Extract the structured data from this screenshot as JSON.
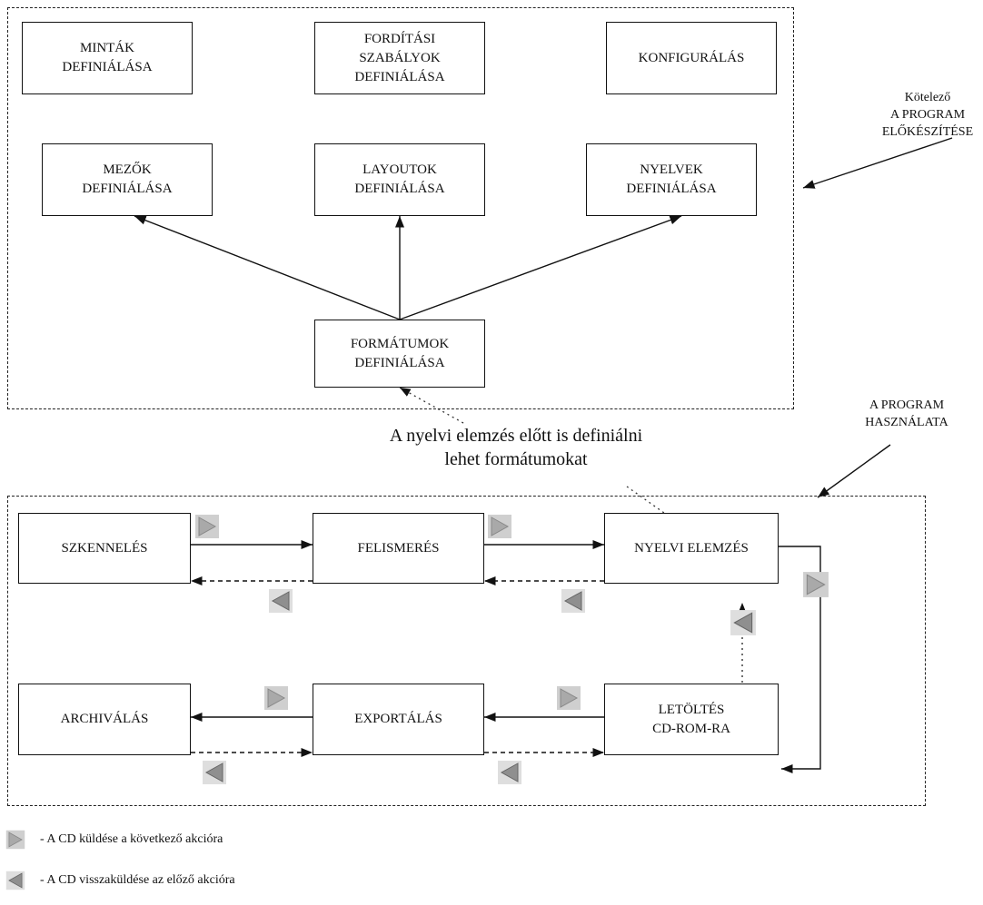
{
  "preparation": {
    "label": "Kötelező\nA PROGRAM\nELŐKÉSZÍTÉSE",
    "boxes": {
      "mintak": "MINTÁK\nDEFINIÁLÁSA",
      "forditasi": "FORDÍTÁSI\nSZABÁLYOK\nDEFINIÁLÁSA",
      "konfiguralas": "KONFIGURÁLÁS",
      "mezok": "MEZŐK\nDEFINIÁLÁSA",
      "layoutok": "LAYOUTOK\nDEFINIÁLÁSA",
      "nyelvek": "NYELVEK\nDEFINIÁLÁSA",
      "formatumok": "FORMÁTUMOK\nDEFINIÁLÁSA"
    }
  },
  "note": "A nyelvi elemzés előtt is definiálni\nlehet formátumokat",
  "usage": {
    "label": "A PROGRAM\nHASZNÁLATA",
    "boxes": {
      "szkenneles": "SZKENNELÉS",
      "felismeres": "FELISMERÉS",
      "nyelvi": "NYELVI ELEMZÉS",
      "archivalas": "ARCHIVÁLÁS",
      "exportalas": "EXPORTÁLÁS",
      "letoltes": "LETÖLTÉS\nCD-ROM-RA"
    }
  },
  "legend": {
    "forward": "- A CD küldése a következő akcióra",
    "back": "- A CD visszaküldése az előző akcióra"
  },
  "colors": {
    "cd_forward": "#b9b9b9",
    "cd_back": "#9a9a9a",
    "line": "#111111"
  }
}
